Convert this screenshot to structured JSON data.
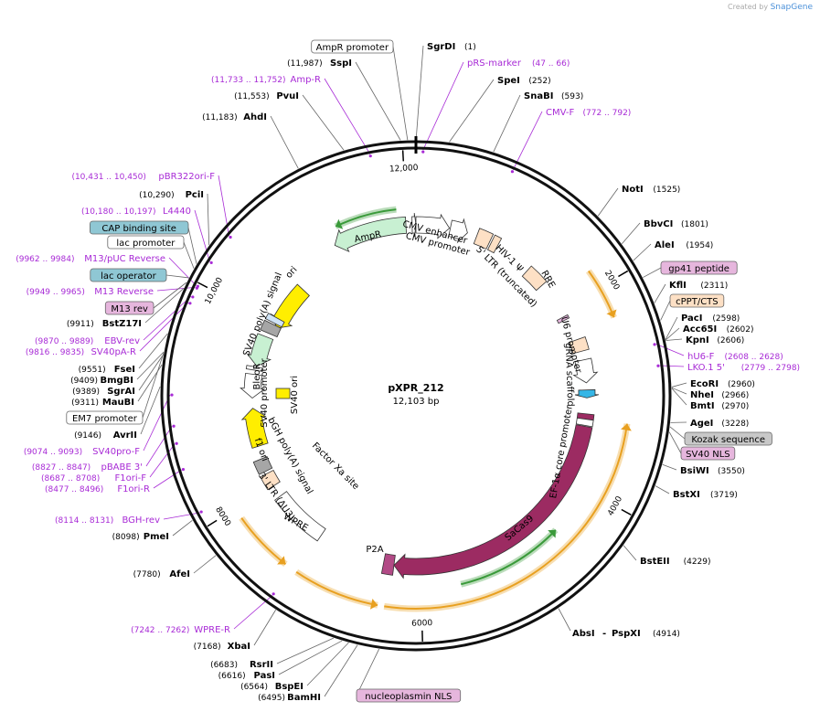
{
  "watermark": {
    "prefix": "Created by",
    "brand": "SnapGene"
  },
  "plasmid": {
    "name": "pXPR_212",
    "length": "12,103 bp"
  },
  "ticks": [
    "2000",
    "4000",
    "6000",
    "8000",
    "10,000",
    "12,000"
  ],
  "enzymes": [
    {
      "name": "SgrDI",
      "pos": "(1)"
    },
    {
      "name": "SspI",
      "pos": "(11,987)"
    },
    {
      "name": "SpeI",
      "pos": "(252)"
    },
    {
      "name": "SnaBI",
      "pos": "(593)"
    },
    {
      "name": "PvuI",
      "pos": "(11,553)"
    },
    {
      "name": "AhdI",
      "pos": "(11,183)"
    },
    {
      "name": "NotI",
      "pos": "(1525)"
    },
    {
      "name": "BbvCI",
      "pos": "(1801)"
    },
    {
      "name": "AleI",
      "pos": "(1954)"
    },
    {
      "name": "PciI",
      "pos": "(10,290)"
    },
    {
      "name": "KflI",
      "pos": "(2311)"
    },
    {
      "name": "PacI",
      "pos": "(2598)"
    },
    {
      "name": "Acc65I",
      "pos": "(2602)"
    },
    {
      "name": "KpnI",
      "pos": "(2606)"
    },
    {
      "name": "BstZ17I",
      "pos": "(9911)"
    },
    {
      "name": "FseI",
      "pos": "(9551)"
    },
    {
      "name": "BmgBI",
      "pos": "(9409)"
    },
    {
      "name": "SgrAI",
      "pos": "(9389)"
    },
    {
      "name": "MauBI",
      "pos": "(9311)"
    },
    {
      "name": "EcoRI",
      "pos": "(2960)"
    },
    {
      "name": "NheI",
      "pos": "(2966)"
    },
    {
      "name": "BmtI",
      "pos": "(2970)"
    },
    {
      "name": "AvrII",
      "pos": "(9146)"
    },
    {
      "name": "AgeI",
      "pos": "(3228)"
    },
    {
      "name": "BsiWI",
      "pos": "(3550)"
    },
    {
      "name": "BstXI",
      "pos": "(3719)"
    },
    {
      "name": "PmeI",
      "pos": "(8098)"
    },
    {
      "name": "AfeI",
      "pos": "(7780)"
    },
    {
      "name": "BstEII",
      "pos": "(4229)"
    },
    {
      "name": "AbsI",
      "pos": ""
    },
    {
      "name": "PspXI",
      "pos": "(4914)"
    },
    {
      "name": "XbaI",
      "pos": "(7168)"
    },
    {
      "name": "RsrII",
      "pos": "(6683)"
    },
    {
      "name": "PasI",
      "pos": "(6616)"
    },
    {
      "name": "BspEI",
      "pos": "(6564)"
    },
    {
      "name": "BamHI",
      "pos": "(6495)"
    }
  ],
  "primers": [
    {
      "name": "pRS-marker",
      "pos": "(47 .. 66)"
    },
    {
      "name": "Amp-R",
      "pos": "(11,733 .. 11,752)"
    },
    {
      "name": "CMV-F",
      "pos": "(772 .. 792)"
    },
    {
      "name": "pBR322ori-F",
      "pos": "(10,431 .. 10,450)"
    },
    {
      "name": "L4440",
      "pos": "(10,180 .. 10,197)"
    },
    {
      "name": "M13/pUC Reverse",
      "pos": "(9962 .. 9984)"
    },
    {
      "name": "M13 Reverse",
      "pos": "(9949 .. 9965)"
    },
    {
      "name": "hU6-F",
      "pos": "(2608 .. 2628)"
    },
    {
      "name": "LKO.1 5'",
      "pos": "(2779 .. 2798)"
    },
    {
      "name": "EBV-rev",
      "pos": "(9870 .. 9889)"
    },
    {
      "name": "SV40pA-R",
      "pos": "(9816 .. 9835)"
    },
    {
      "name": "SV40pro-F",
      "pos": "(9074 .. 9093)"
    },
    {
      "name": "pBABE 3'",
      "pos": "(8827 .. 8847)"
    },
    {
      "name": "F1ori-F",
      "pos": "(8687 .. 8708)"
    },
    {
      "name": "F1ori-R",
      "pos": "(8477 .. 8496)"
    },
    {
      "name": "BGH-rev",
      "pos": "(8114 .. 8131)"
    },
    {
      "name": "WPRE-R",
      "pos": "(7242 .. 7262)"
    }
  ],
  "boxed_features": [
    {
      "name": "AmpR promoter"
    },
    {
      "name": "CAP binding site"
    },
    {
      "name": "lac promoter"
    },
    {
      "name": "lac operator"
    },
    {
      "name": "M13 rev"
    },
    {
      "name": "gp41 peptide"
    },
    {
      "name": "cPPT/CTS"
    },
    {
      "name": "EM7 promoter"
    },
    {
      "name": "Kozak sequence"
    },
    {
      "name": "SV40 NLS"
    },
    {
      "name": "nucleoplasmin NLS"
    }
  ],
  "features": [
    "AmpR",
    "ori",
    "CMV enhancer",
    "CMV promoter",
    "HIV-1 Ψ",
    "5' LTR (truncated)",
    "RRE",
    "U6 promoter",
    "gRNA scaffold",
    "EF-1α core promoter",
    "SaCas9",
    "P2A",
    "SV40 poly(A) signal",
    "BleoR",
    "SV40 promoter",
    "SV40 ori",
    "bGH poly(A) signal",
    "f1 ori",
    "3' LTR (ΔU3)",
    "Factor Xa site",
    "WPRE"
  ],
  "colors": {
    "ring": "#111111",
    "primer": "#a82bd6",
    "ampR": "#c8f0d2",
    "ori": "#ffee00",
    "sacas9": "#9c2b62",
    "grey_feature": "#a6a6a6",
    "promoter_white": "#ffffff",
    "ltr": "#fde0c5",
    "orange_arc": "#e8a020",
    "green_arc": "#3a9a3a",
    "box_blue": "#8fc7d4",
    "box_pink": "#e6b6dd",
    "box_grey": "#c8c8c8",
    "box_orange": "#fde0c5",
    "cyan_feature": "#36b6e6"
  }
}
